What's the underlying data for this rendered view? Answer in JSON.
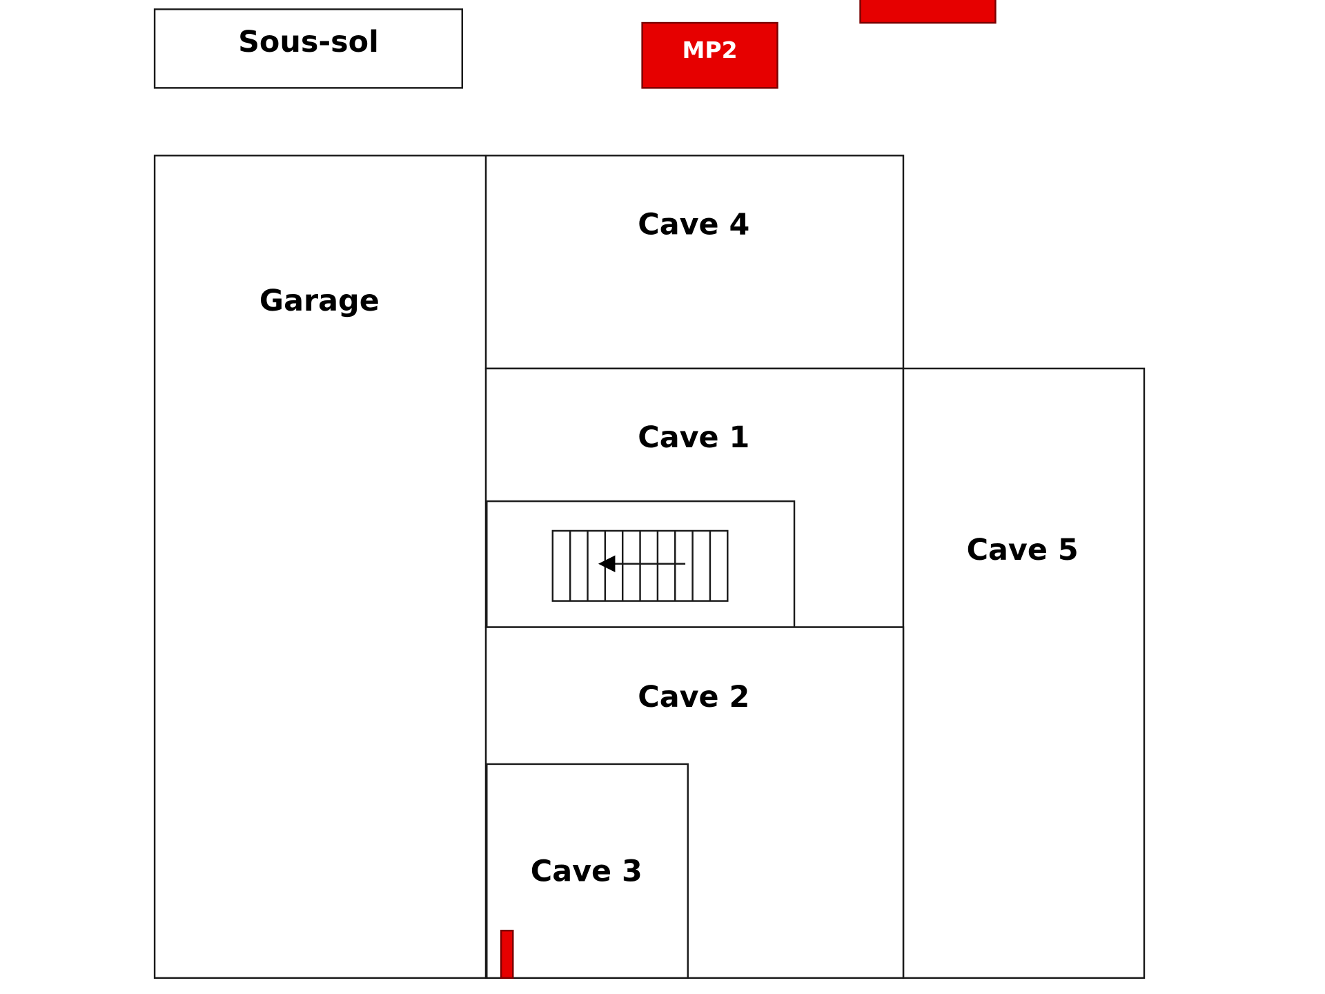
{
  "title": "Sous-sol",
  "marker_label": "MP2",
  "colors": {
    "marker": "#e60000",
    "wall": "#1a1a1a"
  },
  "rooms": {
    "garage": "Garage",
    "cave4": "Cave 4",
    "cave1": "Cave 1",
    "cave5": "Cave 5",
    "cave2": "Cave 2",
    "cave3": "Cave 3"
  },
  "stairs": {
    "direction": "left",
    "treads": 10
  }
}
